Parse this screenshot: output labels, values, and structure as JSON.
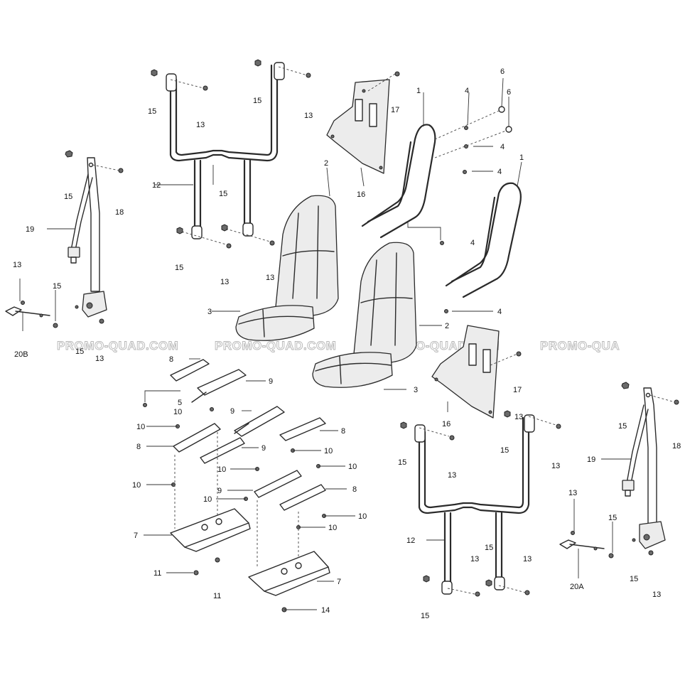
{
  "watermark": {
    "text_1": "PROMO-QUAD.COM",
    "text_2": "PROMO-QUAD.COM",
    "text_3": "PROMO-QUAD.COM",
    "text_4": "PROMO-QUA"
  },
  "callouts": {
    "c1a": "1",
    "c1b": "1",
    "c2a": "2",
    "c2b": "2",
    "c3a": "3",
    "c3b": "3",
    "c4a": "4",
    "c4b": "4",
    "c4c": "4",
    "c4d": "4",
    "c4e": "4",
    "c5": "5",
    "c6a": "6",
    "c6b": "6",
    "c7a": "7",
    "c7b": "7",
    "c8a": "8",
    "c8b": "8",
    "c8c": "8",
    "c8d": "8",
    "c9a": "9",
    "c9b": "9",
    "c9c": "9",
    "c9d": "9",
    "c10a": "10",
    "c10b": "10",
    "c10c": "10",
    "c10d": "10",
    "c10e": "10",
    "c10f": "10",
    "c10g": "10",
    "c10h": "10",
    "c10i": "10",
    "c11a": "11",
    "c11b": "11",
    "c12a": "12",
    "c12b": "12",
    "c13a": "13",
    "c13b": "13",
    "c13c": "13",
    "c13d": "13",
    "c13e": "13",
    "c13f": "13",
    "c13g": "13",
    "c13h": "13",
    "c13i": "13",
    "c13j": "13",
    "c13k": "13",
    "c13l": "13",
    "c13m": "13",
    "c14": "14",
    "c15a": "15",
    "c15b": "15",
    "c15c": "15",
    "c15d": "15",
    "c15e": "15",
    "c15f": "15",
    "c15g": "15",
    "c15h": "15",
    "c15i": "15",
    "c15j": "15",
    "c15k": "15",
    "c15l": "15",
    "c15m": "15",
    "c16a": "16",
    "c16b": "16",
    "c17a": "17",
    "c17b": "17",
    "c18a": "18",
    "c18b": "18",
    "c19a": "19",
    "c19b": "19",
    "c20a": "20B",
    "c20b": "20A"
  }
}
